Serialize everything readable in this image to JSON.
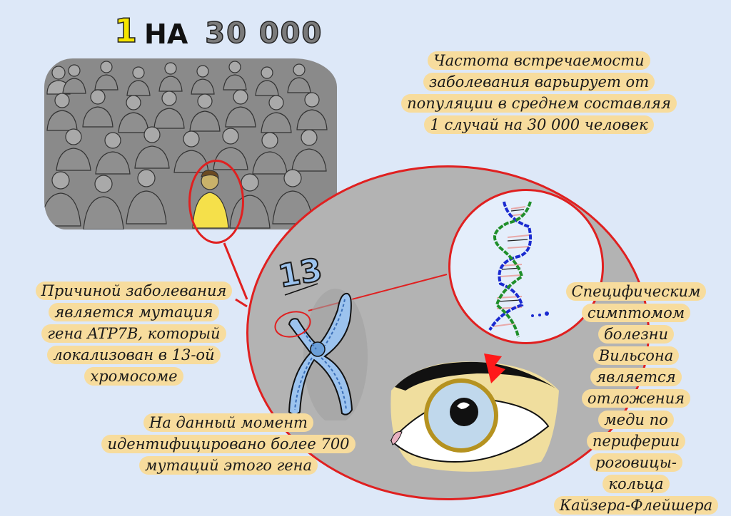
{
  "header": {
    "one": "1",
    "na": "НА",
    "count": "30 000"
  },
  "frequency_note": {
    "lines": [
      "Частота встречаемости",
      "заболевания варьирует от",
      "популяции в среднем составляя",
      "1 случай на 30 000 человек"
    ]
  },
  "cause_note": {
    "lines": [
      "Причиной заболевания",
      "является мутация",
      "гена ATP7B, который",
      "локализован в 13-ой",
      "хромосоме"
    ]
  },
  "mutations_note": {
    "lines": [
      "На данный момент",
      "идентифицировано более 700",
      "мутаций этого гена"
    ]
  },
  "symptom_note": {
    "lines": [
      "Специфическим",
      "симптомом",
      "болезни",
      "Вильсона",
      "является",
      "отложения",
      "меди по",
      "периферии",
      "роговицы-",
      "кольца",
      "Кайзера-Флейшера"
    ]
  },
  "chromosome": {
    "number": "13"
  },
  "colors": {
    "background": "#dde8f8",
    "highlight": "#f7dc9d",
    "accent_red": "#e02020",
    "circle_gray": "#b3b3b3",
    "crowd_gray": "#8a8a8a",
    "shirt_yellow": "#f5e04a",
    "chromosome_blue": "#9cc3ee",
    "dna_blue": "#1a2ad0",
    "dna_green": "#1f8f2a"
  }
}
